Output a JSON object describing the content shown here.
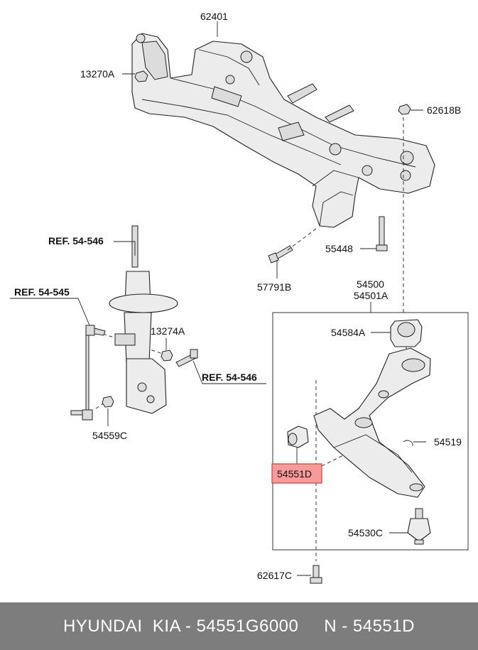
{
  "parts": {
    "p62401": "62401",
    "p13270A": "13270A",
    "p62618B": "62618B",
    "p55448": "55448",
    "p57791B": "57791B",
    "p54500": "54500",
    "p54501A": "54501A",
    "p54584A": "54584A",
    "p13274A": "13274A",
    "p54519": "54519",
    "p54551D": "54551D",
    "p54530C": "54530C",
    "p54559C": "54559C",
    "p62617C": "62617C"
  },
  "refs": {
    "ref_a": "REF. 54-546",
    "ref_b": "REF. 54-545",
    "ref_c": "REF. 54-546"
  },
  "highlight": {
    "part": "54551D",
    "color": "#f79a9a",
    "border": "#d24040"
  },
  "footer": {
    "text": "HYUNDAI  KIA - 54551G6000     N - 54551D",
    "background": "#7d7d7d"
  }
}
